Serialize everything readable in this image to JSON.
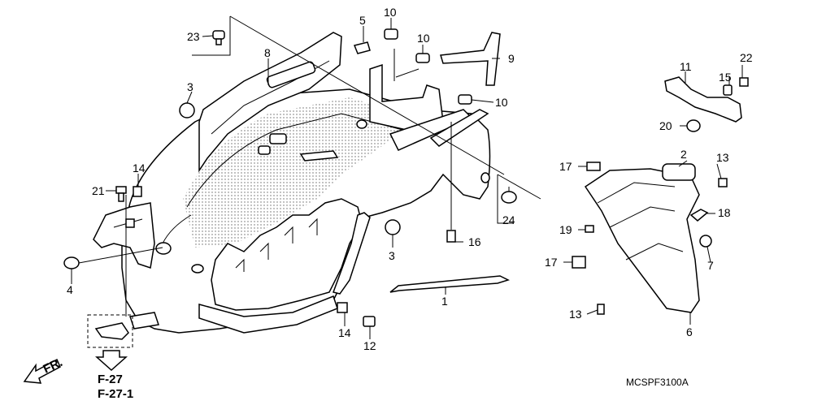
{
  "callouts": {
    "p1": "1",
    "p2": "2",
    "p3a": "3",
    "p3b": "3",
    "p4": "4",
    "p5": "5",
    "p6": "6",
    "p7": "7",
    "p8": "8",
    "p9": "9",
    "p10a": "10",
    "p10b": "10",
    "p10c": "10",
    "p11": "11",
    "p12": "12",
    "p13a": "13",
    "p13b": "13",
    "p14a": "14",
    "p14b": "14",
    "p15": "15",
    "p16": "16",
    "p17a": "17",
    "p17b": "17",
    "p18": "18",
    "p19": "19",
    "p20": "20",
    "p21": "21",
    "p22": "22",
    "p23": "23",
    "p24": "24"
  },
  "references": {
    "ref1": "F-27",
    "ref2": "F-27-1"
  },
  "direction_label": "FR.",
  "diagram_code": "MCSPF3100A"
}
